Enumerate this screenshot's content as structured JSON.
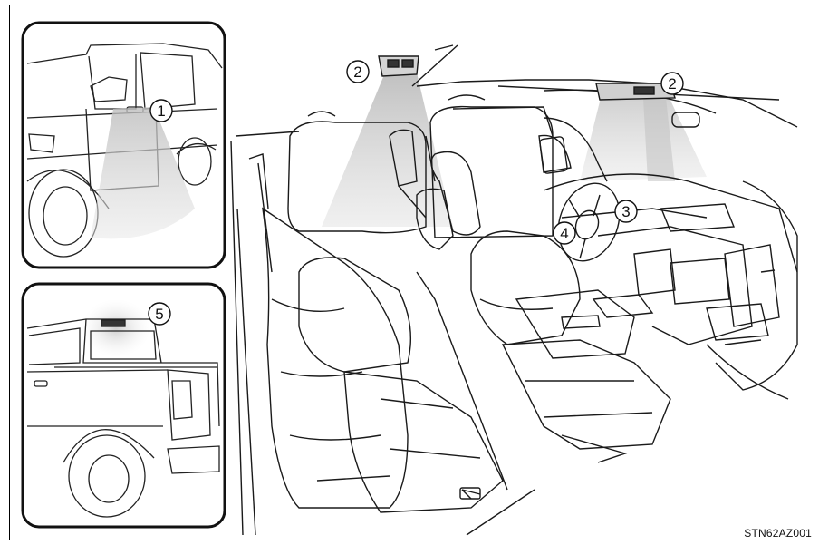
{
  "figure_id": "STN62AZ001",
  "callouts": {
    "c1": "1",
    "c2a": "2",
    "c2b": "2",
    "c3": "3",
    "c4": "4",
    "c5": "5"
  },
  "colors": {
    "line": "#1a1a1a",
    "light_beam": "#c8c8c8",
    "glow": "#d9d9d9",
    "background": "#ffffff"
  },
  "insets": [
    "door-courtesy-light-view",
    "rear-cab-light-view"
  ],
  "main_view": "cabin-interior-illustration"
}
